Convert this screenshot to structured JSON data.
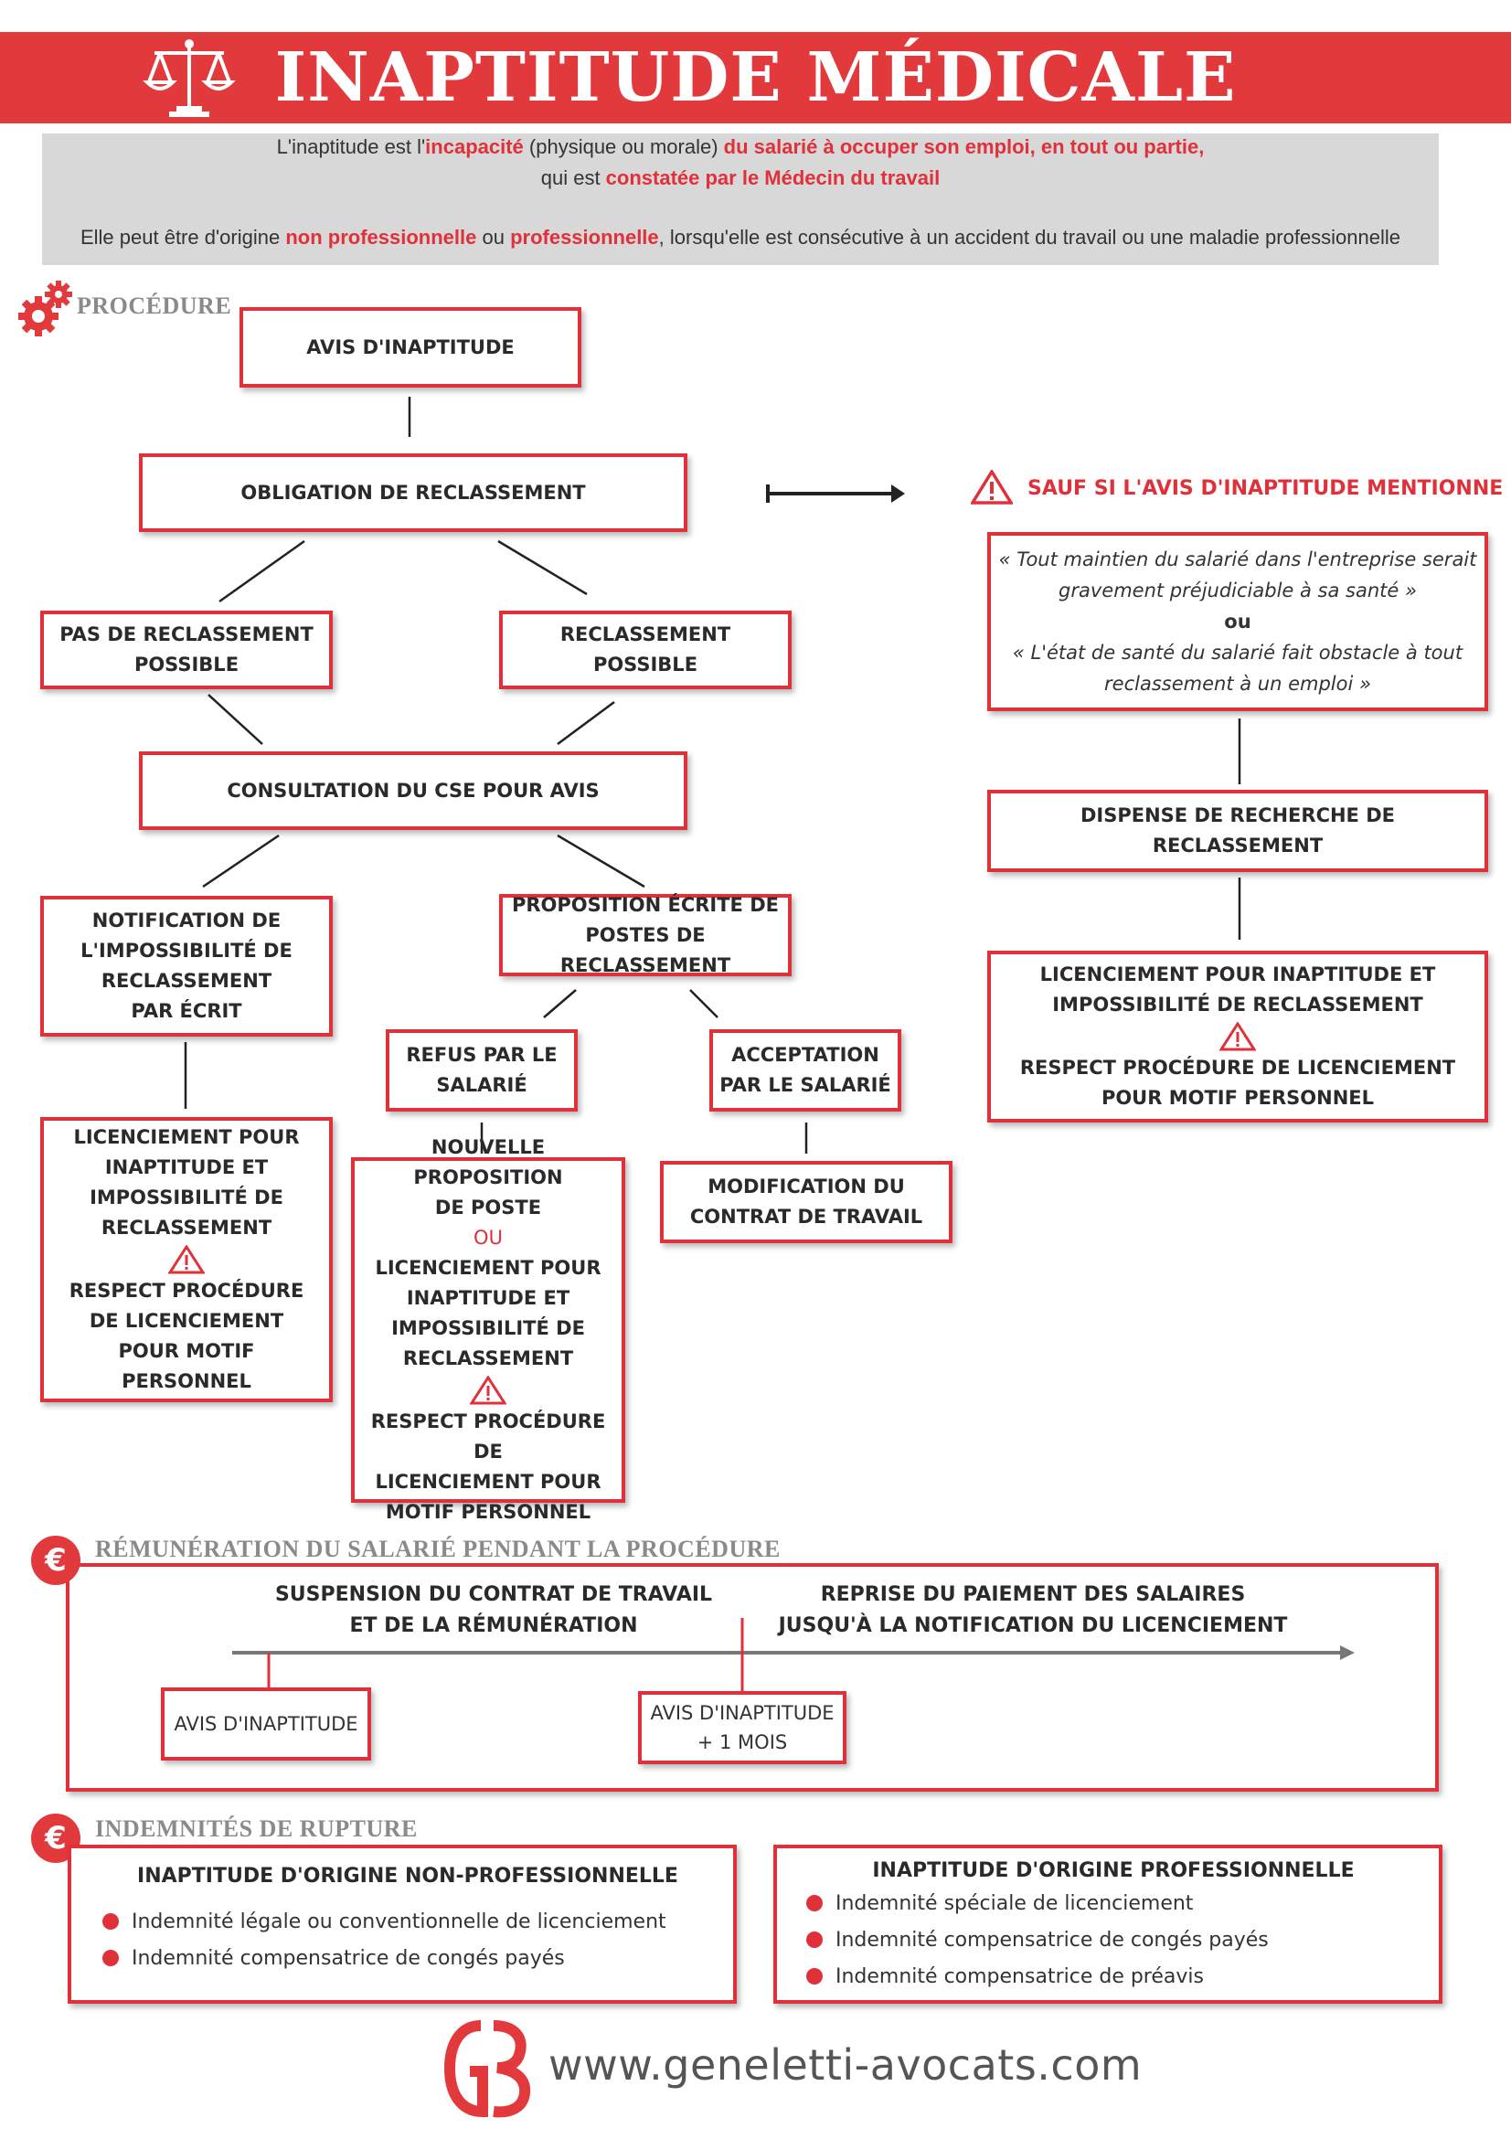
{
  "header": {
    "title": "INAPTITUDE MÉDICALE",
    "icon": "balance-scale-icon"
  },
  "intro": {
    "line1_a": "L'inaptitude est l'",
    "line1_b": "incapacité",
    "line1_c": " (physique ou morale) ",
    "line1_d": "du salarié à occuper son emploi, en tout ou partie,",
    "line2_a": "qui est ",
    "line2_b": "constatée par le Médecin du travail",
    "line3_a": "Elle peut être d'origine ",
    "line3_b": "non professionnelle",
    "line3_c": " ou ",
    "line3_d": "professionnelle",
    "line3_e": ", lorsqu'elle est consécutive à un accident du travail ou une maladie professionnelle"
  },
  "procedure": {
    "section_title": "PROCÉDURE",
    "avis": "AVIS D'INAPTITUDE",
    "obligation": "OBLIGATION DE RECLASSEMENT",
    "pas_reclassement_1": "PAS DE RECLASSEMENT",
    "pas_reclassement_2": "POSSIBLE",
    "reclassement_1": "RECLASSEMENT",
    "reclassement_2": "POSSIBLE",
    "consultation": "CONSULTATION DU CSE POUR AVIS",
    "notification": [
      "NOTIFICATION DE",
      "L'IMPOSSIBILITÉ DE",
      "RECLASSEMENT",
      "PAR ÉCRIT"
    ],
    "proposition": [
      "PROPOSITION ÉCRITE DE",
      "POSTES DE RECLASSEMENT"
    ],
    "refus": [
      "REFUS PAR LE",
      "SALARIÉ"
    ],
    "acceptation": [
      "ACCEPTATION",
      "PAR LE SALARIÉ"
    ],
    "licenciement_left": [
      "LICENCIEMENT POUR",
      "INAPTITUDE ET",
      "IMPOSSIBILITÉ DE",
      "RECLASSEMENT"
    ],
    "respect_left": [
      "RESPECT PROCÉDURE",
      "DE LICENCIEMENT",
      "POUR MOTIF",
      "PERSONNEL"
    ],
    "nouvelle": [
      "NOUVELLE PROPOSITION",
      "DE POSTE"
    ],
    "ou": "OU",
    "licenciement_mid": [
      "LICENCIEMENT POUR",
      "INAPTITUDE ET",
      "IMPOSSIBILITÉ DE",
      "RECLASSEMENT"
    ],
    "respect_mid": [
      "RESPECT PROCÉDURE DE",
      "LICENCIEMENT POUR",
      "MOTIF PERSONNEL"
    ],
    "modification": [
      "MODIFICATION DU",
      "CONTRAT DE TRAVAIL"
    ],
    "sauf": "SAUF SI L'AVIS D'INAPTITUDE MENTIONNE",
    "quote1_a": "« Tout maintien du salarié dans l'entreprise serait",
    "quote1_b": "gravement préjudiciable à sa santé »",
    "quote_ou": "ou",
    "quote2_a": "« L'état de santé du salarié fait obstacle à tout",
    "quote2_b": "reclassement à un emploi »",
    "dispense": [
      "DISPENSE DE RECHERCHE DE",
      "RECLASSEMENT"
    ],
    "licenciement_right": [
      "LICENCIEMENT POUR INAPTITUDE ET",
      "IMPOSSIBILITÉ DE RECLASSEMENT"
    ],
    "respect_right": [
      "RESPECT PROCÉDURE DE LICENCIEMENT",
      "POUR MOTIF PERSONNEL"
    ]
  },
  "remuneration": {
    "section_title": "RÉMUNÉRATION DU SALARIÉ PENDANT LA PROCÉDURE",
    "suspension_1": "SUSPENSION DU CONTRAT DE TRAVAIL",
    "suspension_2": "ET DE LA RÉMUNÉRATION",
    "reprise_1": "REPRISE DU PAIEMENT DES SALAIRES",
    "reprise_2": "JUSQU'À LA NOTIFICATION DU LICENCIEMENT",
    "avis": "AVIS D'INAPTITUDE",
    "avis_mois_1": "AVIS D'INAPTITUDE",
    "avis_mois_2": "+ 1 MOIS"
  },
  "indemnites": {
    "section_title": "INDEMNITÉS DE RUPTURE",
    "non_pro_title": "INAPTITUDE D'ORIGINE NON-PROFESSIONNELLE",
    "non_pro_items": [
      "Indemnité légale ou conventionnelle de licenciement",
      "Indemnité compensatrice de congés payés"
    ],
    "pro_title": "INAPTITUDE D'ORIGINE PROFESSIONNELLE",
    "pro_items": [
      "Indemnité spéciale de licenciement",
      "Indemnité compensatrice de congés payés",
      "Indemnité compensatrice de préavis"
    ]
  },
  "footer": {
    "url": "www.geneletti-avocats.com",
    "logo": "gb-logo-icon"
  },
  "colors": {
    "accent": "#e0303a",
    "header_bg": "#e23a3c",
    "intro_bg": "#d8d8d8"
  }
}
